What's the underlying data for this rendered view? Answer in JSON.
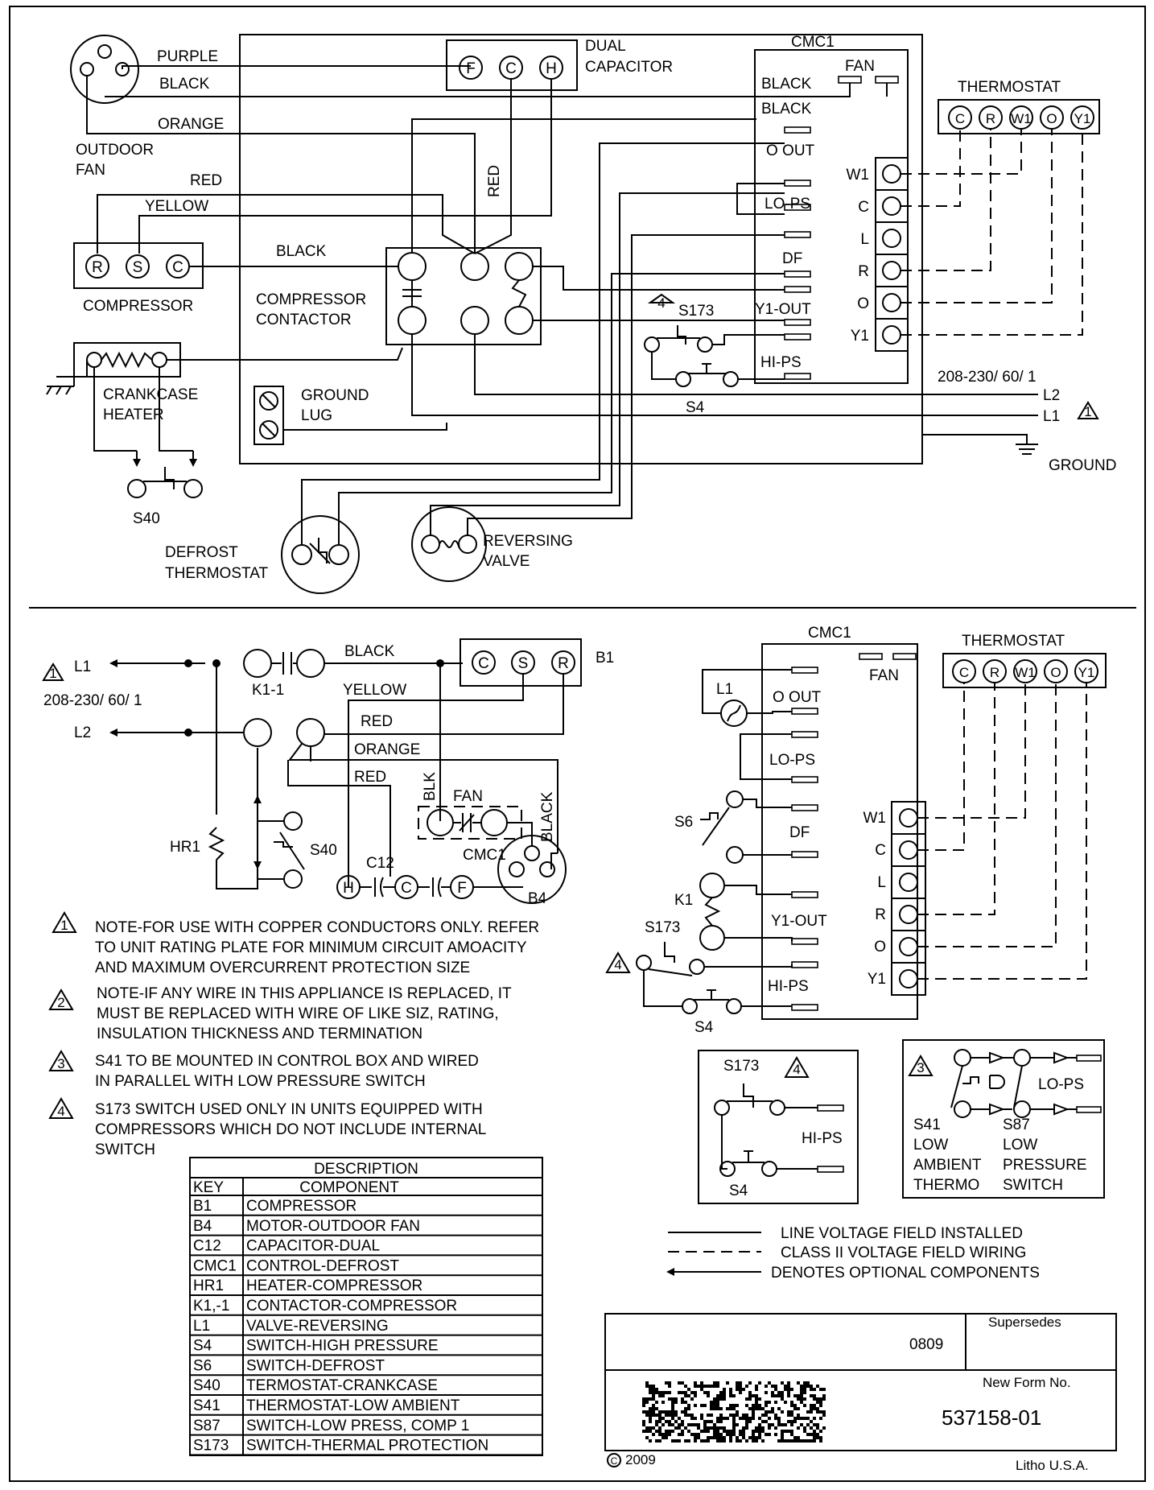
{
  "top": {
    "outdoor_fan": [
      "OUTDOOR",
      "FAN"
    ],
    "wires": {
      "purple": "PURPLE",
      "black": "BLACK",
      "orange": "ORANGE",
      "red": "RED",
      "yellow": "YELLOW",
      "black2": "BLACK",
      "red_vertical": "RED"
    },
    "dual_capacitor": [
      "DUAL",
      "CAPACITOR"
    ],
    "cap_terms": [
      "F",
      "C",
      "H"
    ],
    "compressor": "COMPRESSOR",
    "comp_terms": [
      "R",
      "S",
      "C"
    ],
    "contactor": [
      "COMPRESSOR",
      "CONTACTOR"
    ],
    "crankcase": [
      "CRANKCASE",
      "HEATER"
    ],
    "ground_lug": [
      "GROUND",
      "LUG"
    ],
    "s40": "S40",
    "defrost_thermostat": [
      "DEFROST",
      "THERMOSTAT"
    ],
    "reversing_valve": [
      "REVERSING",
      "VALVE"
    ],
    "cmc1": "CMC1",
    "fan": "FAN",
    "board_black1": "BLACK",
    "board_black2": "BLACK",
    "board_labels": [
      "O OUT",
      "LO-PS",
      "DF",
      "Y1-OUT",
      "HI-PS"
    ],
    "terminals": [
      "W1",
      "C",
      "L",
      "R",
      "O",
      "Y1"
    ],
    "thermostat": "THERMOSTAT",
    "thermo_terms": [
      "C",
      "R",
      "W1",
      "O",
      "Y1"
    ],
    "s173": "S173",
    "s4": "S4",
    "supply": "208-230/ 60/ 1",
    "l2": "L2",
    "l1": "L1",
    "ground": "GROUND",
    "mark1": "1",
    "mark4": "4"
  },
  "bottom_left": {
    "l1": "L1",
    "l2": "L2",
    "supply": "208-230/ 60/ 1",
    "k11": "K1-1",
    "black": "BLACK",
    "yellow": "YELLOW",
    "red": "RED",
    "orange": "ORANGE",
    "red2": "RED",
    "blk": "BLK",
    "fan": "FAN",
    "black_v": "BLACK",
    "cmc1": "CMC1",
    "b1": "B1",
    "b1_terms": [
      "C",
      "S",
      "R"
    ],
    "hr1": "HR1",
    "s40": "S40",
    "c12": "C12",
    "cap_terms": [
      "H",
      "C",
      "F"
    ],
    "b4": "B4",
    "mark1": "1"
  },
  "bottom_right": {
    "cmc1": "CMC1",
    "fan": "FAN",
    "l1": "L1",
    "board_labels": [
      "O OUT",
      "LO-PS",
      "DF",
      "Y1-OUT",
      "HI-PS"
    ],
    "s6": "S6",
    "k1": "K1",
    "s173": "S173",
    "s4": "S4",
    "terminals": [
      "W1",
      "C",
      "L",
      "R",
      "O",
      "Y1"
    ],
    "thermostat": "THERMOSTAT",
    "thermo_terms": [
      "C",
      "R",
      "W1",
      "O",
      "Y1"
    ],
    "mark4": "4"
  },
  "inset1": {
    "s173": "S173",
    "mark": "4",
    "hips": "HI-PS",
    "s4": "S4"
  },
  "inset2": {
    "mark": "3",
    "lops": "LO-PS",
    "s41": [
      "S41",
      "LOW",
      "AMBIENT",
      "THERMO"
    ],
    "s87": [
      "S87",
      "LOW",
      "PRESSURE",
      "SWITCH"
    ]
  },
  "notes": [
    {
      "mark": "1",
      "lines": [
        "NOTE-FOR USE WITH COPPER CONDUCTORS ONLY. REFER",
        "TO UNIT RATING PLATE FOR MINIMUM CIRCUIT AMOACITY",
        "AND MAXIMUM OVERCURRENT PROTECTION SIZE"
      ]
    },
    {
      "mark": "2",
      "lines": [
        "NOTE-IF ANY WIRE IN THIS APPLIANCE IS REPLACED, IT",
        "MUST BE REPLACED WITH WIRE OF LIKE SIZ, RATING,",
        "INSULATION THICKNESS AND TERMINATION"
      ]
    },
    {
      "mark": "3",
      "lines": [
        "S41 TO BE MOUNTED IN CONTROL BOX AND WIRED",
        "IN PARALLEL WITH LOW PRESSURE SWITCH"
      ]
    },
    {
      "mark": "4",
      "lines": [
        "S173 SWITCH USED ONLY IN UNITS EQUIPPED WITH",
        "COMPRESSORS WHICH DO NOT INCLUDE INTERNAL",
        "SWITCH"
      ]
    }
  ],
  "table": {
    "title": "DESCRIPTION",
    "headers": [
      "KEY",
      "COMPONENT"
    ],
    "rows": [
      [
        "B1",
        "COMPRESSOR"
      ],
      [
        "B4",
        "MOTOR-OUTDOOR FAN"
      ],
      [
        "C12",
        "CAPACITOR-DUAL"
      ],
      [
        "CMC1",
        "CONTROL-DEFROST"
      ],
      [
        "HR1",
        "HEATER-COMPRESSOR"
      ],
      [
        "K1,-1",
        "CONTACTOR-COMPRESSOR"
      ],
      [
        "L1",
        "VALVE-REVERSING"
      ],
      [
        "S4",
        "SWITCH-HIGH PRESSURE"
      ],
      [
        "S6",
        "SWITCH-DEFROST"
      ],
      [
        "S40",
        "TERMOSTAT-CRANKCASE"
      ],
      [
        "S41",
        "THERMOSTAT-LOW AMBIENT"
      ],
      [
        "S87",
        "SWITCH-LOW PRESS, COMP 1"
      ],
      [
        "S173",
        "SWITCH-THERMAL PROTECTION"
      ]
    ]
  },
  "legend": [
    "LINE VOLTAGE FIELD INSTALLED",
    "CLASS II VOLTAGE FIELD WIRING",
    "DENOTES OPTIONAL COMPONENTS"
  ],
  "title_block": {
    "supersedes_label": "Supersedes",
    "code": "0809",
    "new_form_label": "New Form No.",
    "form_no": "537158-01",
    "copyright": "2009",
    "copyright_symbol": "C",
    "litho": "Litho U.S.A."
  }
}
